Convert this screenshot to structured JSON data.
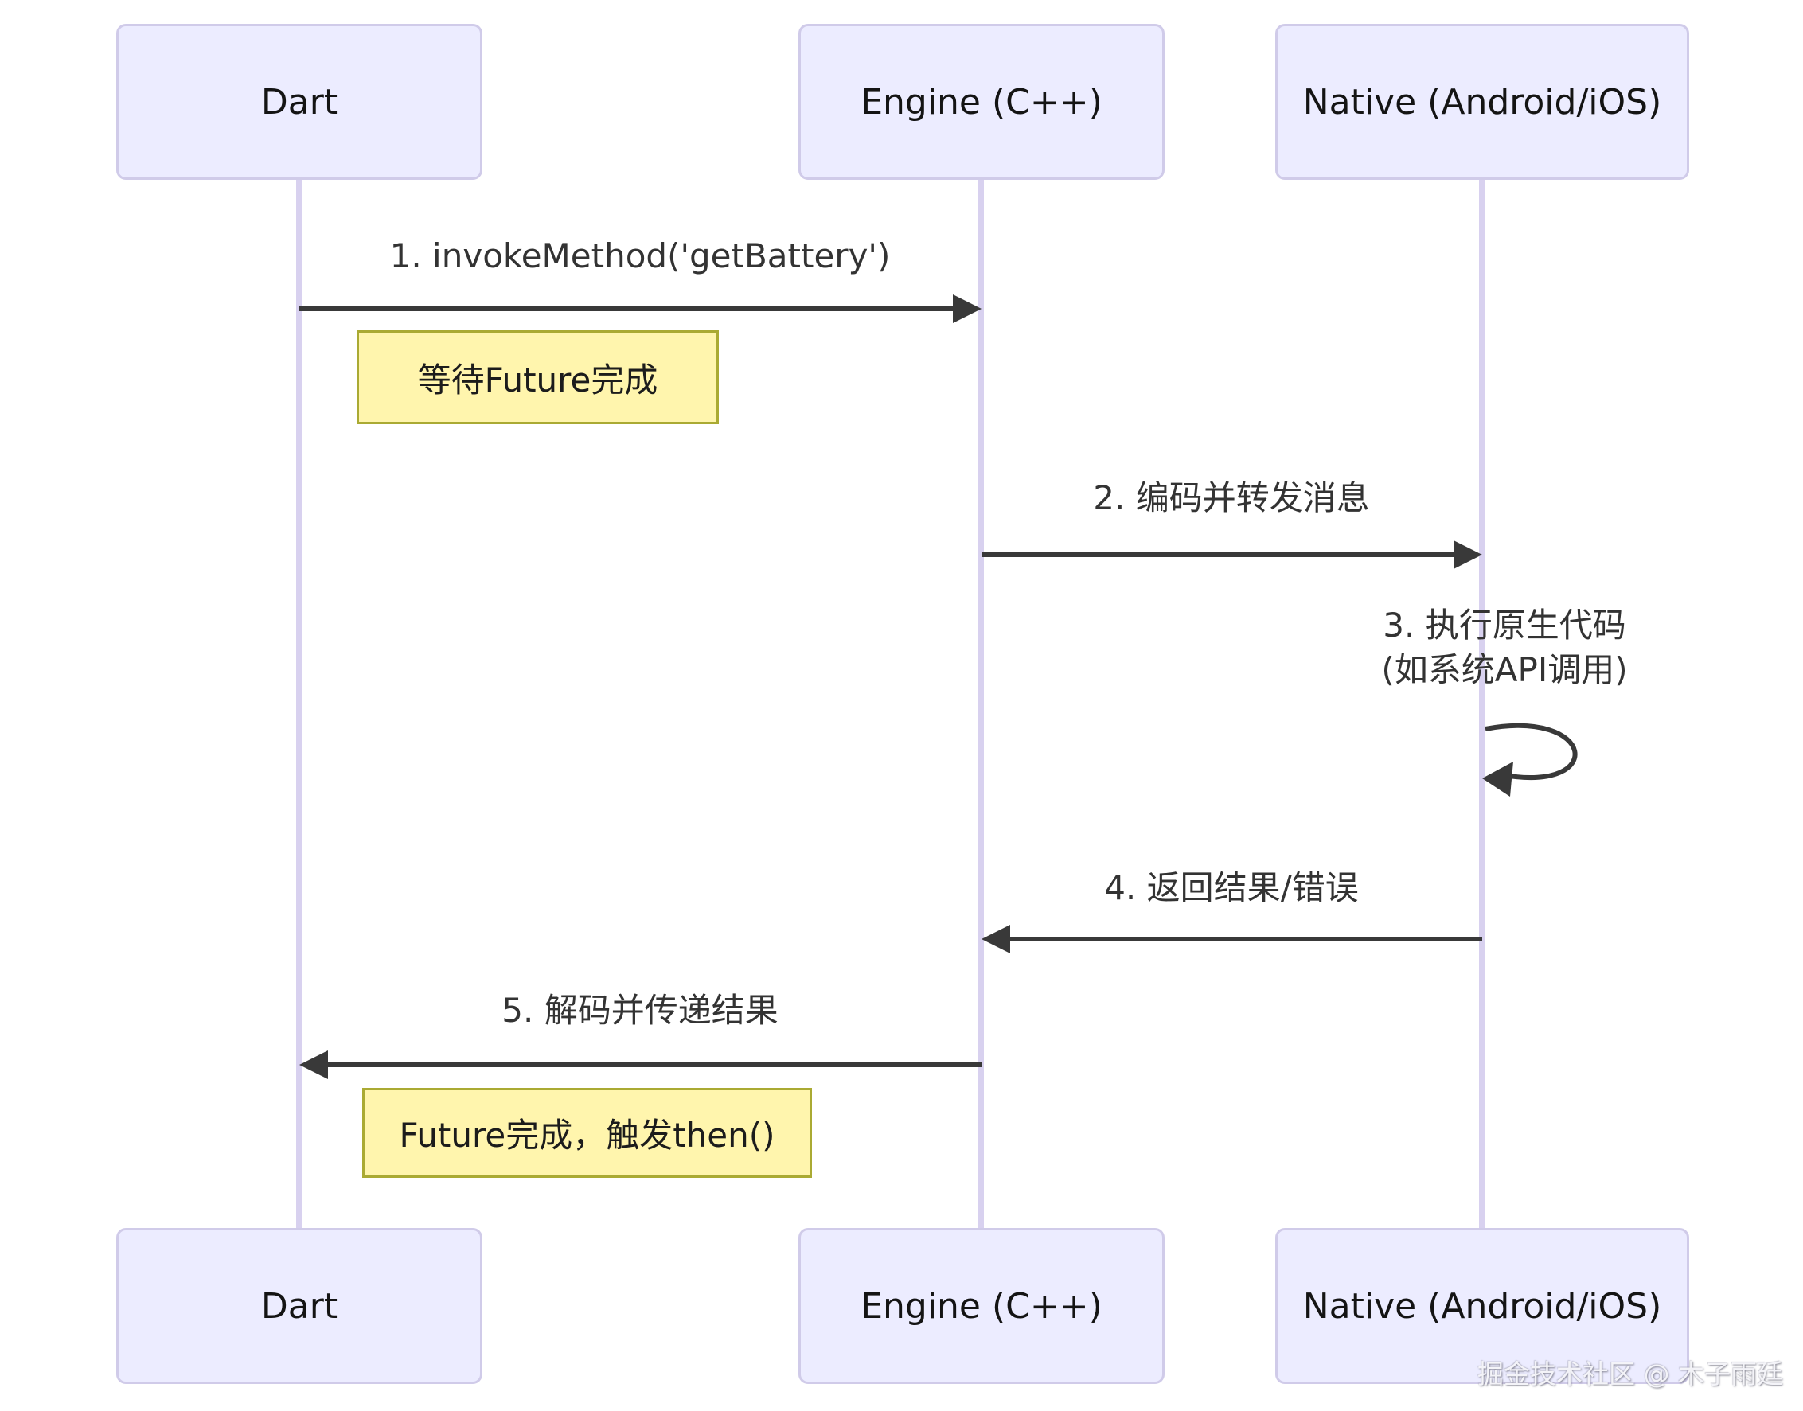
{
  "diagram": {
    "type": "sequence-diagram",
    "participants": [
      {
        "label": "Dart"
      },
      {
        "label": "Engine (C++)"
      },
      {
        "label": "Native (Android/iOS)"
      }
    ],
    "messages": [
      {
        "label": "1. invokeMethod('getBattery')",
        "from": "Dart",
        "to": "Engine (C++)",
        "arrow": "solid-right"
      },
      {
        "label": "2. 编码并转发消息",
        "from": "Engine (C++)",
        "to": "Native (Android/iOS)",
        "arrow": "solid-right"
      },
      {
        "label_line1": "3. 执行原生代码",
        "label_line2": "(如系统API调用)",
        "from": "Native (Android/iOS)",
        "to": "Native (Android/iOS)",
        "arrow": "self-loop"
      },
      {
        "label": "4. 返回结果/错误",
        "from": "Native (Android/iOS)",
        "to": "Engine (C++)",
        "arrow": "solid-left"
      },
      {
        "label": "5. 解码并传递结果",
        "from": "Engine (C++)",
        "to": "Dart",
        "arrow": "solid-left"
      }
    ],
    "notes": [
      {
        "text": "等待Future完成",
        "position": "right of Dart"
      },
      {
        "text": "Future完成，触发then()",
        "position": "right of Dart"
      }
    ],
    "watermark": "掘金技术社区 @ 木子雨廷",
    "colors": {
      "participant_fill": "#ECECFF",
      "participant_border": "#D0CBE9",
      "lifeline": "#D8D1EF",
      "arrow": "#393939",
      "message_text": "#333333",
      "note_fill": "#FFF5AD",
      "note_border": "#AAAA33",
      "background": "#FFFFFF"
    }
  }
}
